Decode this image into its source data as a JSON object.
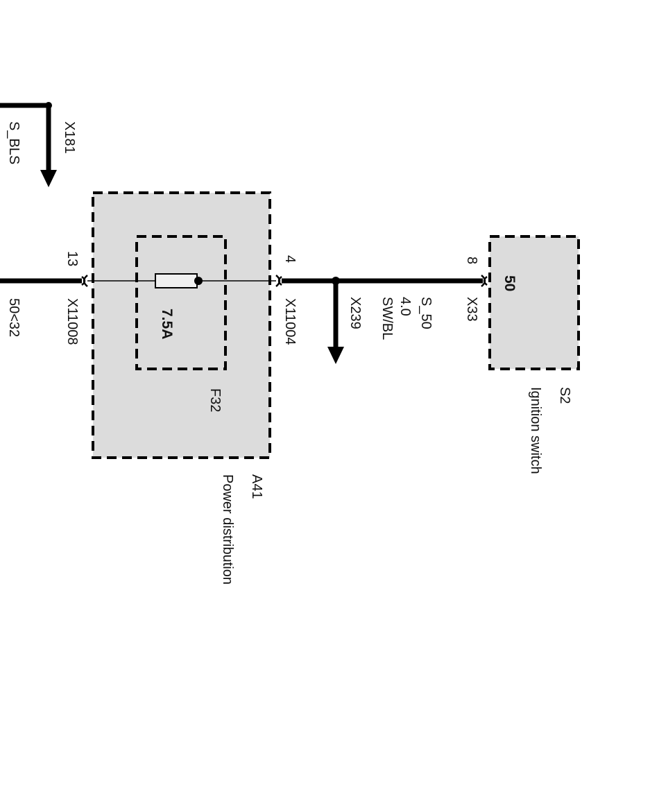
{
  "top_connector": {
    "signal": "S_BLS",
    "connector": "X181"
  },
  "left_wire": {
    "signal": "50<32"
  },
  "power_distribution": {
    "ref": "A41",
    "name": "Power distribution",
    "pin_in": "13",
    "connector_in": "X11008",
    "pin_out": "4",
    "connector_out": "X11004"
  },
  "fuse": {
    "ref": "F32",
    "rating": "7.5A"
  },
  "splice": {
    "connector": "X239"
  },
  "wire": {
    "signal": "S_50",
    "gauge": "4.0",
    "color": "SW/BL"
  },
  "ignition_switch": {
    "ref": "S2",
    "name": "Ignition switch",
    "terminal": "50",
    "pin": "8",
    "connector": "X33"
  },
  "colors": {
    "component_fill": "#dcdcdc",
    "line": "#000000"
  }
}
